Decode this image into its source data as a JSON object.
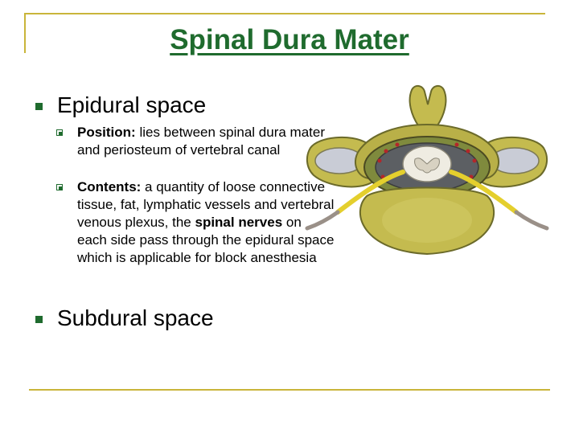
{
  "slide": {
    "title": "Spinal Dura Mater",
    "bullets": [
      {
        "label": "Epidural space",
        "sub": [
          {
            "term": "Position:",
            "text": " lies between spinal dura mater and periosteum of vertebral canal"
          },
          {
            "term": "Contents:",
            "text_1": " a quantity of loose connective tissue, fat, lymphatic vessels and vertebral venous plexus, the ",
            "bold_2": "spinal nerves",
            "text_3": " on each side pass through the epidural space which is applicable for block anesthesia"
          }
        ]
      },
      {
        "label": "Subdural space"
      }
    ]
  },
  "colors": {
    "title": "#1f6b2e",
    "frame": "#c9b53a",
    "bullet": "#1f6b2e",
    "bone": "#c4bb4f"
  }
}
